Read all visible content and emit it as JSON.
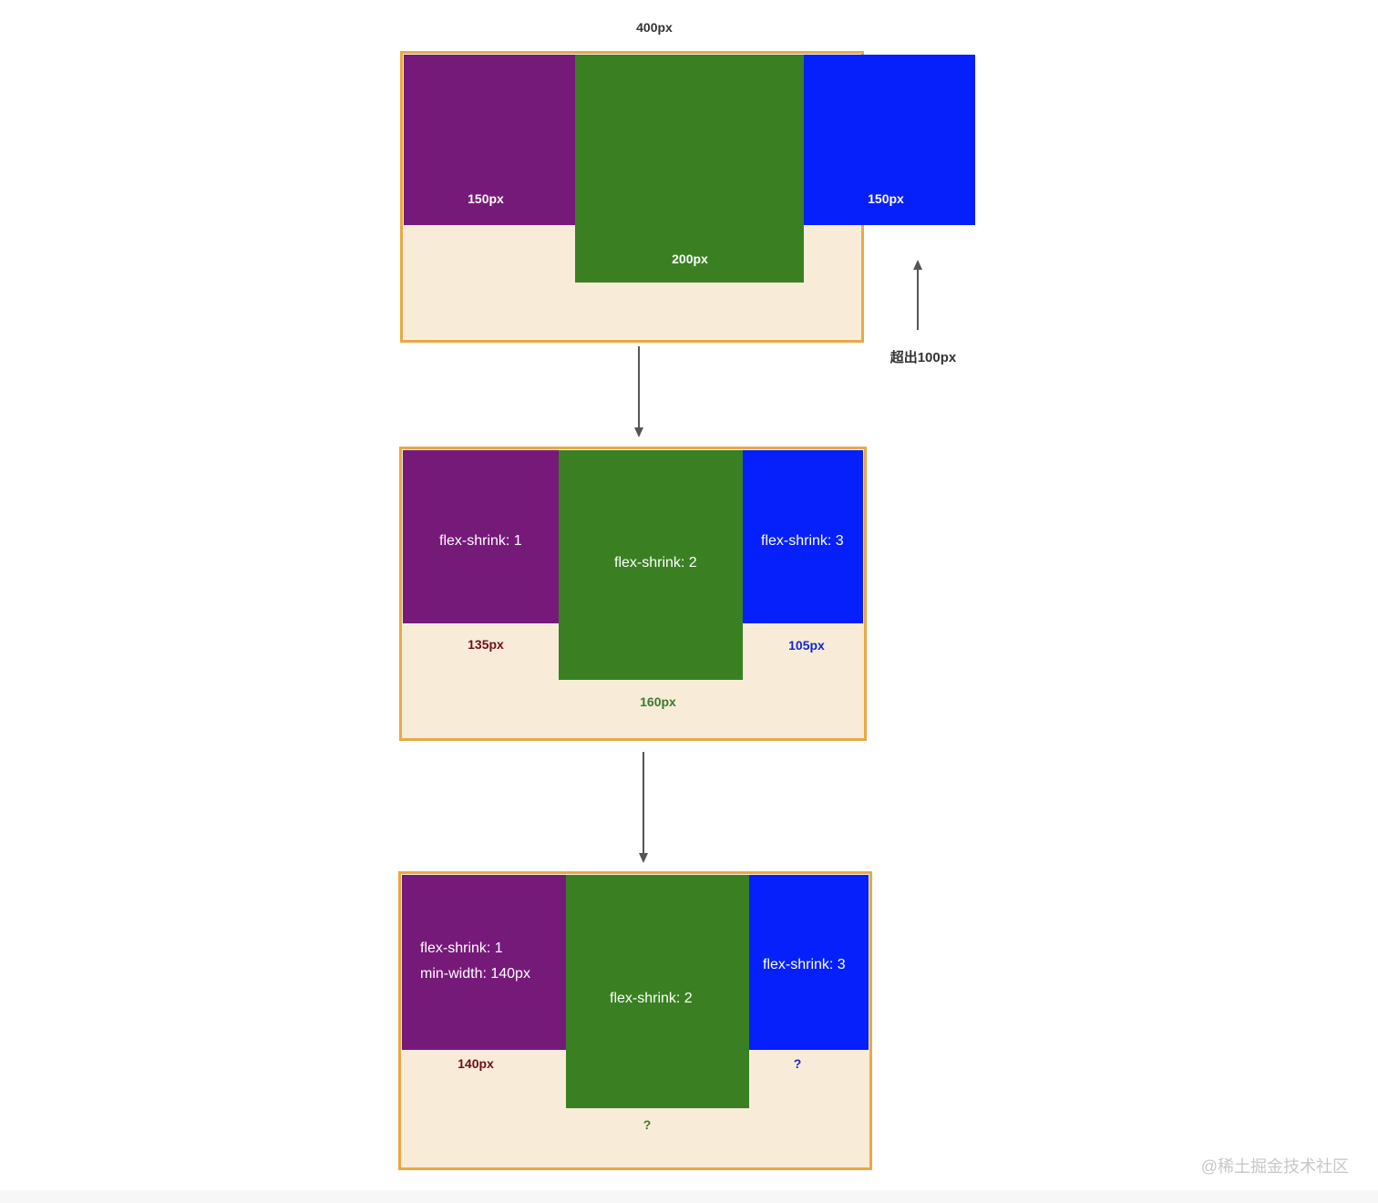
{
  "top": {
    "width_label": "400px",
    "purple_label": "150px",
    "green_label": "200px",
    "blue_label": "150px",
    "overflow_label": "超出100px"
  },
  "middle": {
    "purple_text": "flex-shrink: 1",
    "green_text": "flex-shrink: 2",
    "blue_text": "flex-shrink: 3",
    "purple_result": "135px",
    "green_result": "160px",
    "blue_result": "105px"
  },
  "bottom": {
    "purple_text_1": "flex-shrink: 1",
    "purple_text_2": "min-width: 140px",
    "green_text": "flex-shrink: 2",
    "blue_text": "flex-shrink: 3",
    "purple_result": "140px",
    "green_result": "?",
    "blue_result": "?"
  },
  "watermark": "@稀土掘金技术社区",
  "colors": {
    "purple": "#761a7a",
    "green": "#3a8022",
    "blue": "#0520fb",
    "container_bg": "#f8ecd9",
    "container_border": "#e9a945",
    "purple_result_text": "#6b1016",
    "green_result_text": "#3a7a2a",
    "blue_result_text": "#1327c8"
  }
}
